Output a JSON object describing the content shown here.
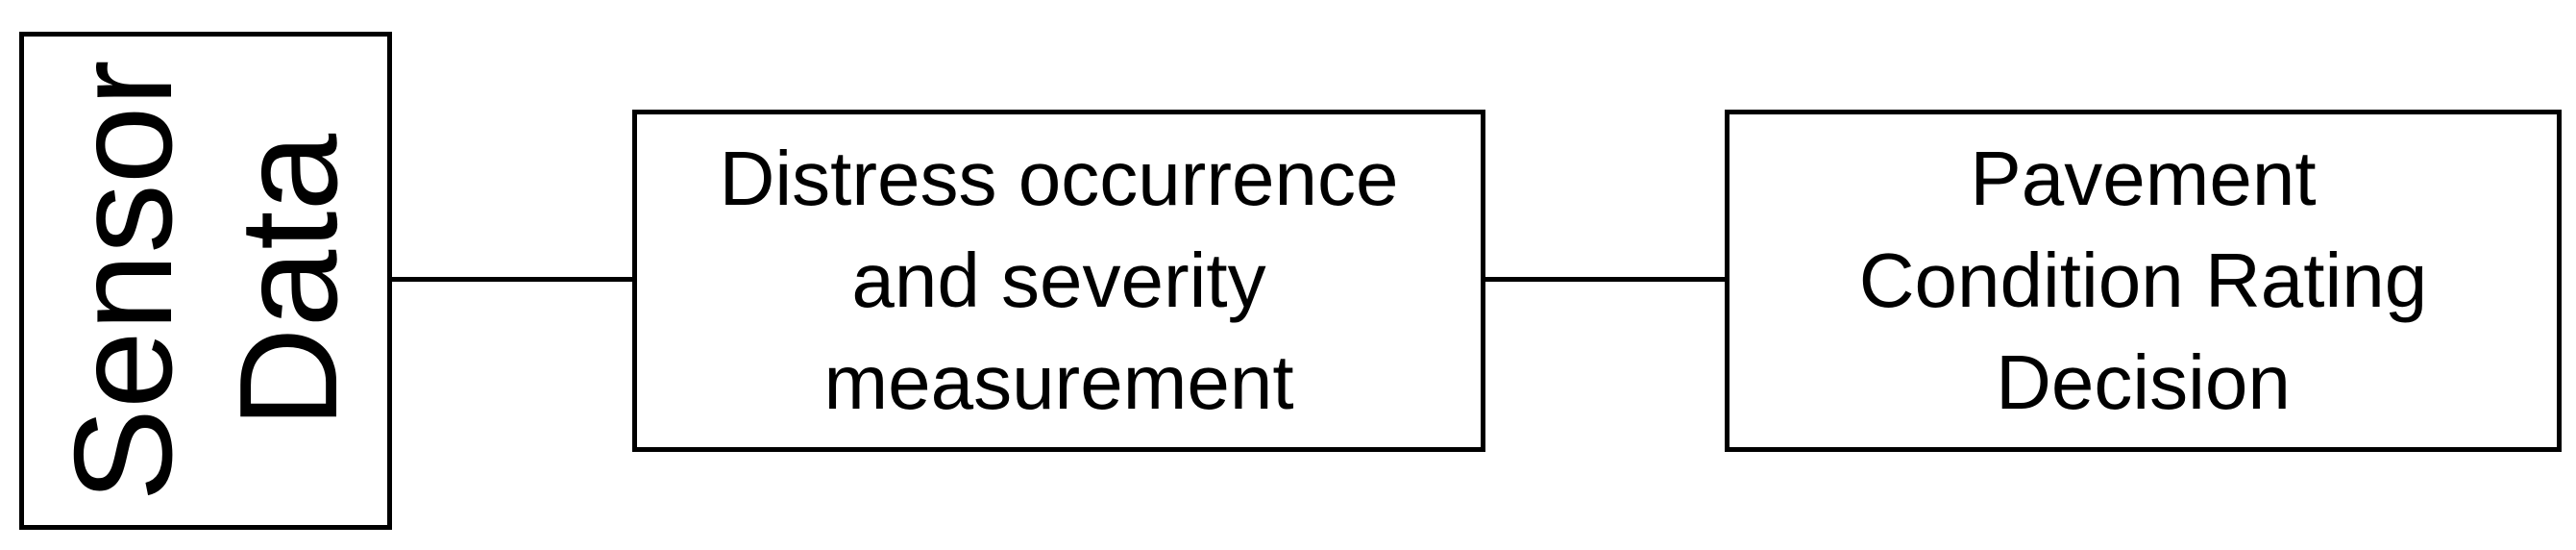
{
  "diagram": {
    "sensor_box": {
      "lines": [
        "Sensor",
        "Data"
      ]
    },
    "distress_box": {
      "lines": [
        "Distress occurrence",
        "and severity",
        "measurement"
      ]
    },
    "rating_box": {
      "lines": [
        "Pavement",
        "Condition Rating",
        "Decision"
      ]
    }
  }
}
